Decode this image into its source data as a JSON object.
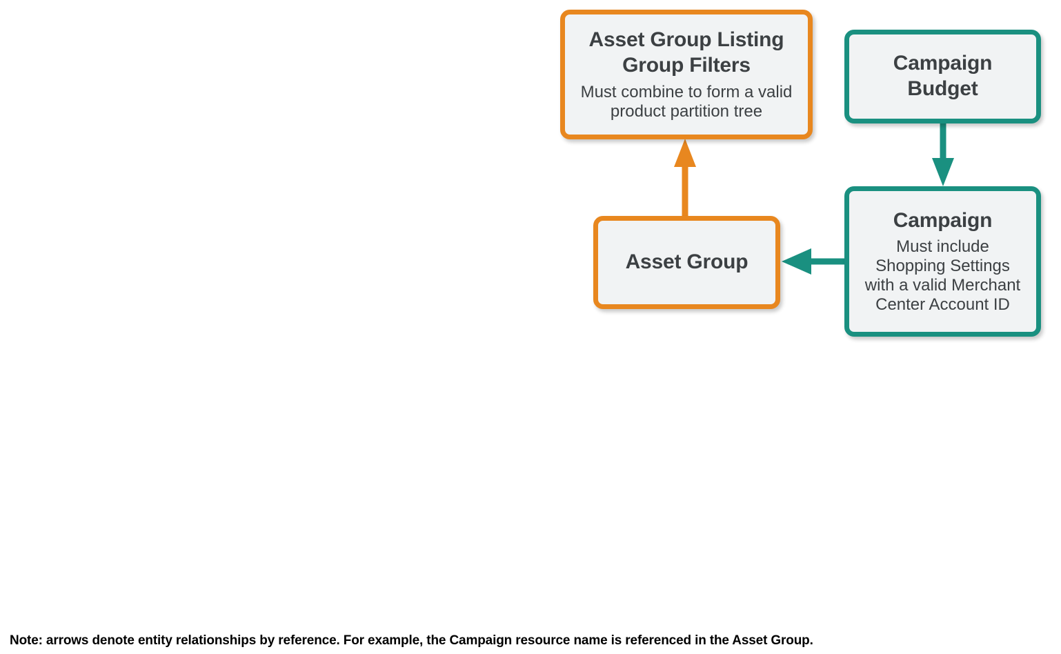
{
  "diagram": {
    "colors": {
      "orange": "#e8871f",
      "teal": "#1a9080",
      "node_fill": "#f1f3f4",
      "text": "#3c4043",
      "note_text": "#000000",
      "background": "#ffffff"
    },
    "nodes": [
      {
        "id": "asset-group-listing-group-filters",
        "title": "Asset Group Listing\nGroup Filters",
        "subtitle": "Must combine to form a valid\nproduct partition tree",
        "color": "orange"
      },
      {
        "id": "campaign-budget",
        "title": "Campaign\nBudget",
        "subtitle": "",
        "color": "teal"
      },
      {
        "id": "asset-group",
        "title": "Asset Group",
        "subtitle": "",
        "color": "orange"
      },
      {
        "id": "campaign",
        "title": "Campaign",
        "subtitle": "Must include\nShopping Settings\nwith a valid Merchant\nCenter Account ID",
        "color": "teal"
      }
    ],
    "edges": [
      {
        "id": "asset-group-to-listing-group-filters",
        "from": "asset-group",
        "to": "asset-group-listing-group-filters",
        "direction": "up",
        "color": "orange"
      },
      {
        "id": "campaign-budget-to-campaign",
        "from": "campaign-budget",
        "to": "campaign",
        "direction": "down",
        "color": "teal"
      },
      {
        "id": "campaign-to-asset-group",
        "from": "campaign",
        "to": "asset-group",
        "direction": "left",
        "color": "teal"
      }
    ],
    "note": "Note: arrows denote entity relationships by reference. For example, the Campaign resource name is referenced in the Asset Group."
  }
}
